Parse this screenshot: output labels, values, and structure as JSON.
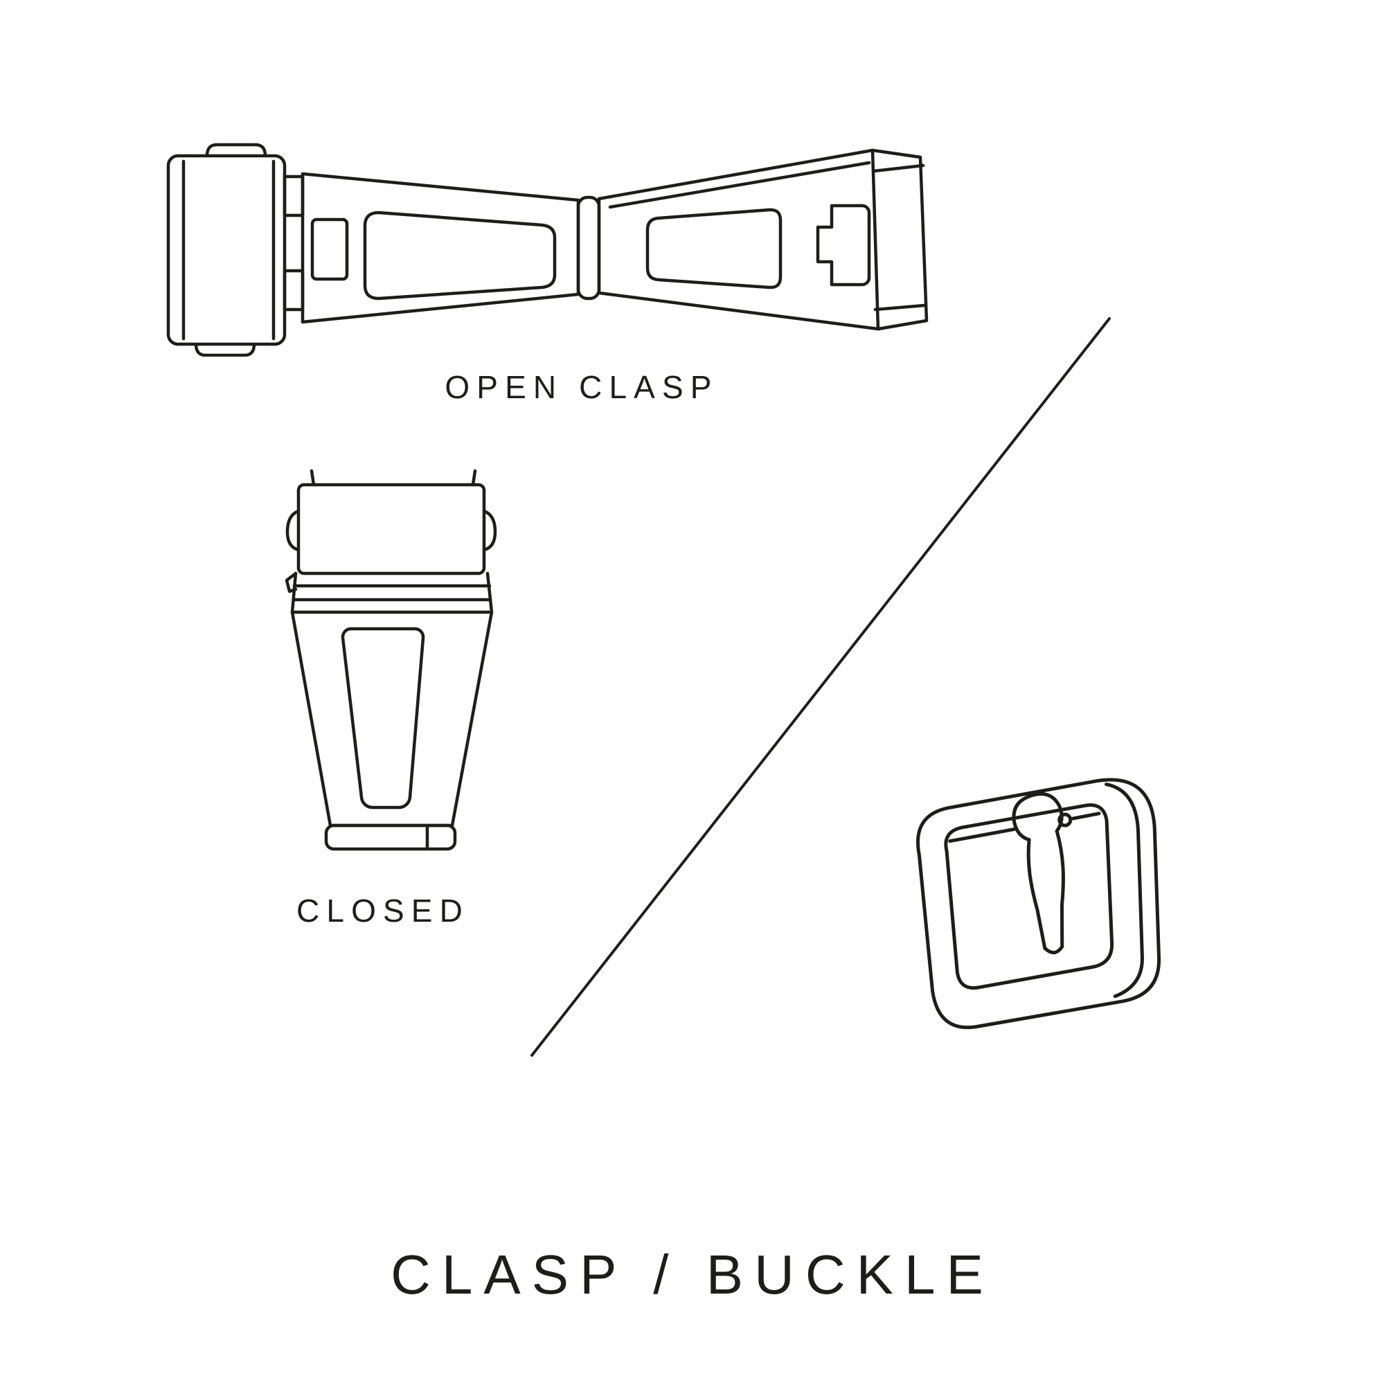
{
  "page": {
    "background_color": "#ffffff",
    "line_color": "#1d1d1b",
    "text_color": "#1d1d1b"
  },
  "labels": {
    "open_clasp": "OPEN CLASP",
    "closed": "CLOSED",
    "title": "CLASP / BUCKLE"
  },
  "illustrations": {
    "open_clasp_icon": "open-deployant-clasp-line-drawing",
    "closed_clasp_icon": "closed-deployant-clasp-line-drawing",
    "buckle_icon": "tang-buckle-line-drawing",
    "divider_icon": "diagonal-divider-line"
  }
}
